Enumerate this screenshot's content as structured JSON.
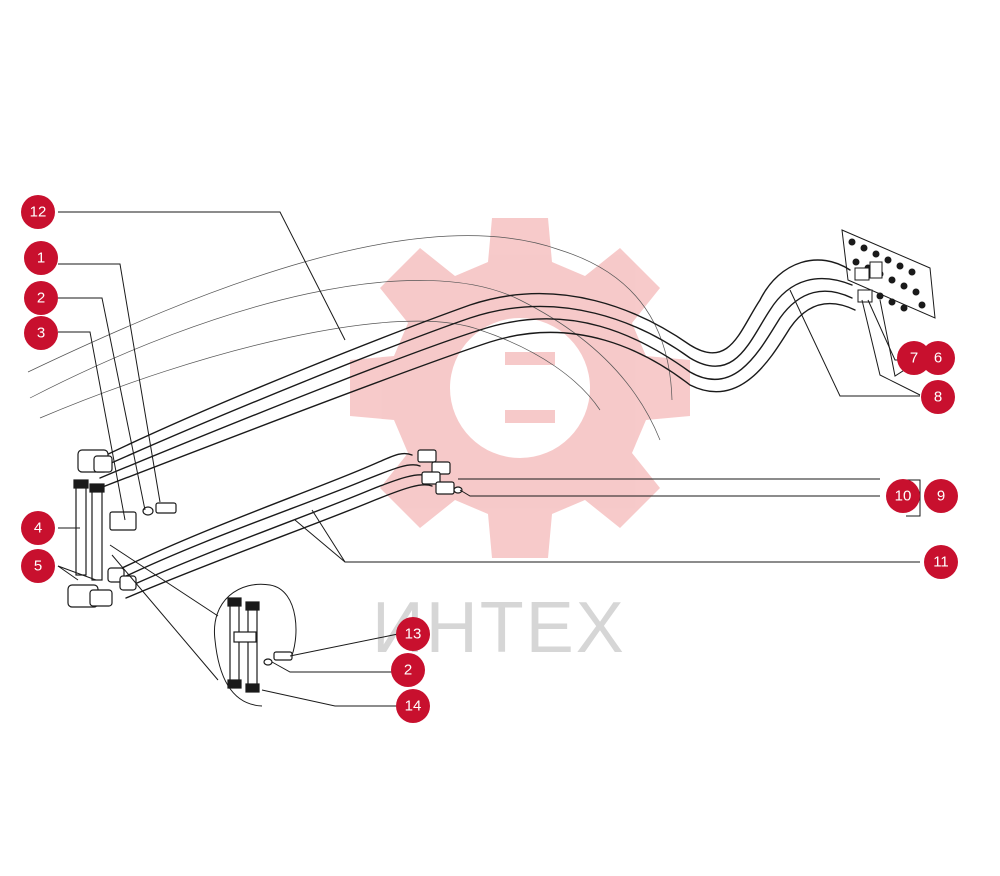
{
  "watermark": {
    "brand": "ИНТЕХ",
    "color": "#f4b8b8",
    "text_color": "#d6d6d6"
  },
  "colors": {
    "badge": "#c8102e",
    "line": "#1a1a1a"
  },
  "callouts": {
    "c1": "1",
    "c2": "2",
    "c3": "3",
    "c4": "4",
    "c5": "5",
    "c6": "6",
    "c7": "7",
    "c8": "8",
    "c9": "9",
    "c10": "10",
    "c11": "11",
    "c12": "12",
    "c13": "13",
    "c2b": "2",
    "c14": "14"
  }
}
